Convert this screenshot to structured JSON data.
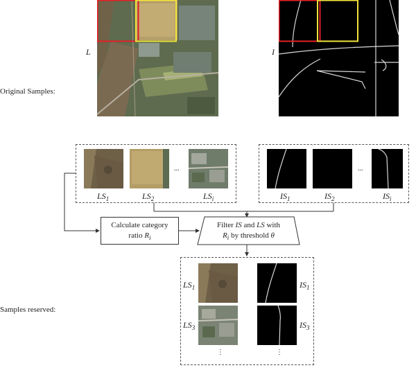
{
  "labels": {
    "original_samples": "Original Samples:",
    "samples_reserved": "Samples reserved:"
  },
  "images": {
    "L": "L",
    "I": "I"
  },
  "ls_row": [
    {
      "base": "LS",
      "sub": "1"
    },
    {
      "base": "LS",
      "sub": "2"
    },
    {
      "base": "LS",
      "sub": "i"
    }
  ],
  "is_row": [
    {
      "base": "IS",
      "sub": "1"
    },
    {
      "base": "IS",
      "sub": "2"
    },
    {
      "base": "IS",
      "sub": "i"
    }
  ],
  "ellipsis": "...",
  "vdots": "⋮",
  "calc_box": {
    "line1": "Calculate category",
    "line2_prefix": "ratio ",
    "line2_var": "R",
    "line2_sub": "i"
  },
  "filter_box": {
    "line1_prefix": "Filter ",
    "line1_var1": "IS",
    "line1_mid": " and ",
    "line1_var2": "LS",
    "line1_suffix": " with",
    "line2_var": "R",
    "line2_sub": "i",
    "line2_suffix": " by threshold ",
    "line2_theta": "θ"
  },
  "reserved": [
    {
      "ls": {
        "base": "LS",
        "sub": "1"
      },
      "is": {
        "base": "IS",
        "sub": "1"
      }
    },
    {
      "ls": {
        "base": "LS",
        "sub": "3"
      },
      "is": {
        "base": "IS",
        "sub": "3"
      }
    }
  ],
  "colors": {
    "highlight_red": "#e41f26",
    "highlight_yellow": "#f2e43a",
    "mask_bg": "#000000",
    "road_line": "#d9d9d9"
  }
}
